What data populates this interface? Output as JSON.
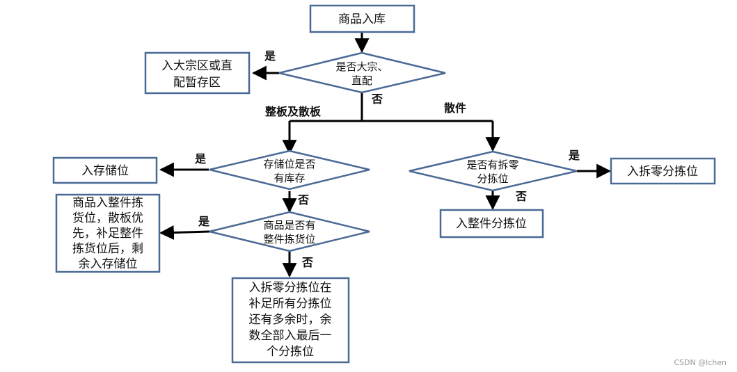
{
  "colors": {
    "node_border": "#4a6a96",
    "line": "#000000",
    "text": "#111111"
  },
  "nodes": {
    "start": "商品入库",
    "bulk_area": [
      "入大宗区或直",
      "配暂存区"
    ],
    "is_bulk": [
      "是否大宗、",
      "直配"
    ],
    "to_storage": "入存储位",
    "storage_has_stock": [
      "存储位是否",
      "有库存"
    ],
    "has_whole_pick": [
      "商品是否有",
      "整件拣货位"
    ],
    "whole_pick_first": [
      "商品入整件拣",
      "货位，散板优",
      "先，补足整件",
      "拣货位后，剩",
      "余入存储位"
    ],
    "split_pick_fill": [
      "入拆零分拣位在",
      "补足所有分拣位",
      "还有多余时，余",
      "数全部入最后一",
      "个分拣位"
    ],
    "has_split_pick": [
      "是否有拆零",
      "分拣位"
    ],
    "to_split_pick": "入拆零分拣位",
    "to_whole_pick": "入整件分拣位"
  },
  "edge_labels": {
    "bulk_yes": "是",
    "bulk_no": "否",
    "pallet_branch": "整板及散板",
    "piece_branch": "散件",
    "storage_yes": "是",
    "storage_no": "否",
    "whole_pick_yes": "是",
    "whole_pick_no": "否",
    "split_yes": "是",
    "split_no": "否"
  },
  "watermark": "CSDN @lchen"
}
